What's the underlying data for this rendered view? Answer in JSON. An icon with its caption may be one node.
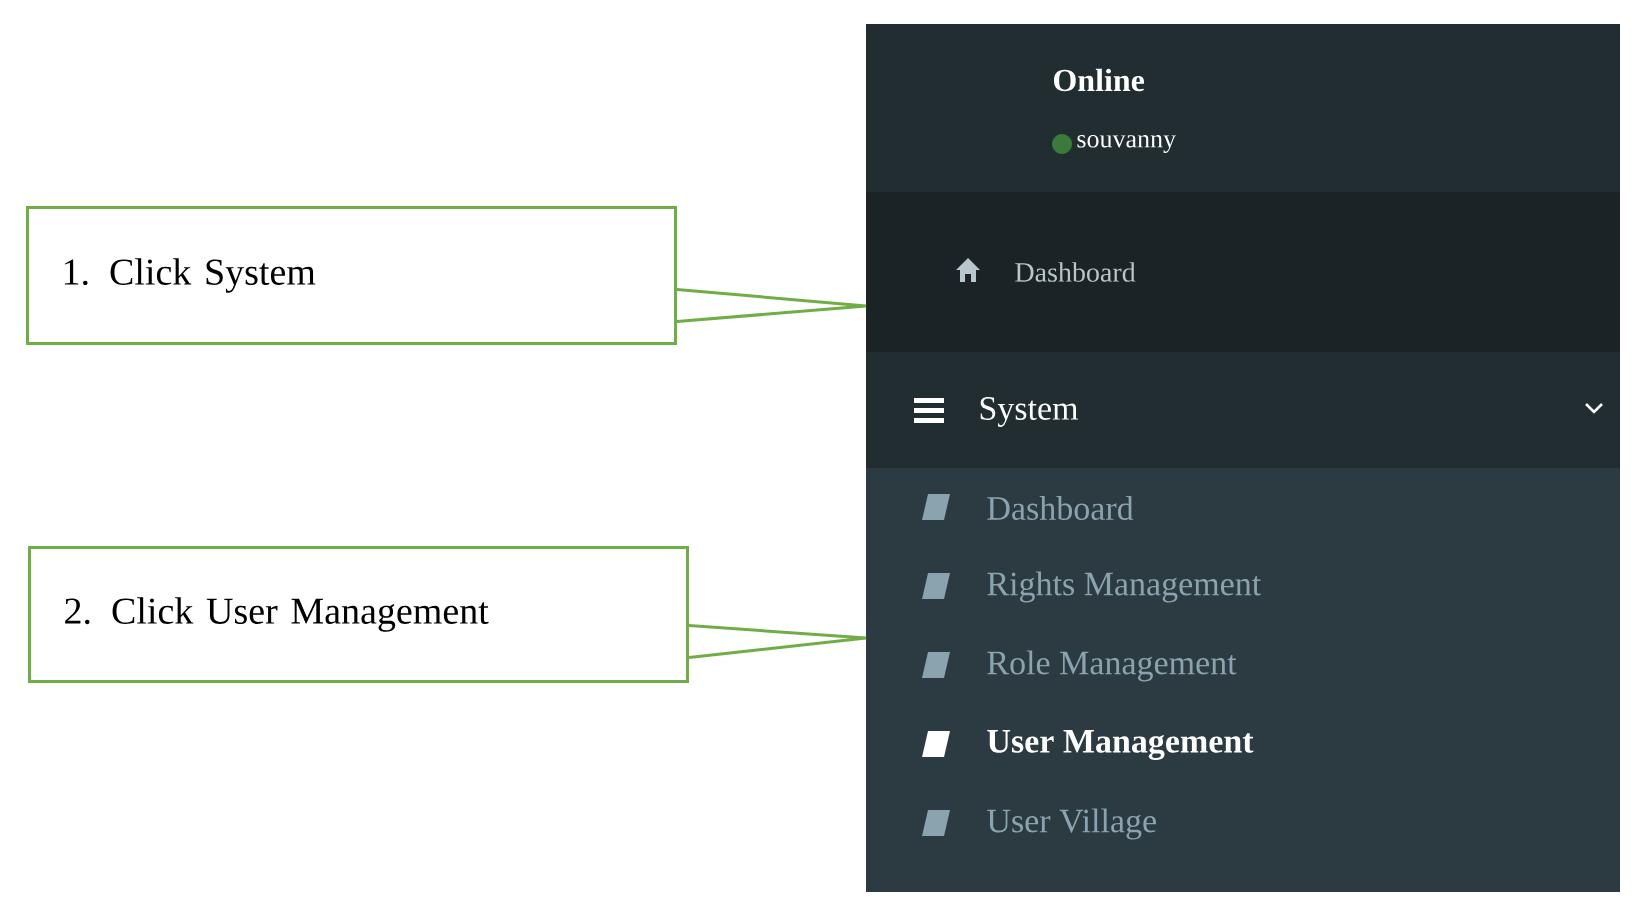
{
  "diagram": {
    "nodes": [
      {
        "text": [
          "1. Click System"
        ]
      },
      {
        "text": [
          "2. Click User Management"
        ]
      }
    ],
    "edges": [
      {
        "from": 0,
        "to": null,
        "arrow": "none"
      },
      {
        "from": 1,
        "to": null,
        "arrow": "none"
      }
    ],
    "labels": [
      "Online",
      "souvanny",
      "Dashboard",
      "System",
      "Dashboard",
      "Rights Management",
      "Role Management",
      "User Management",
      "User Village"
    ]
  }
}
